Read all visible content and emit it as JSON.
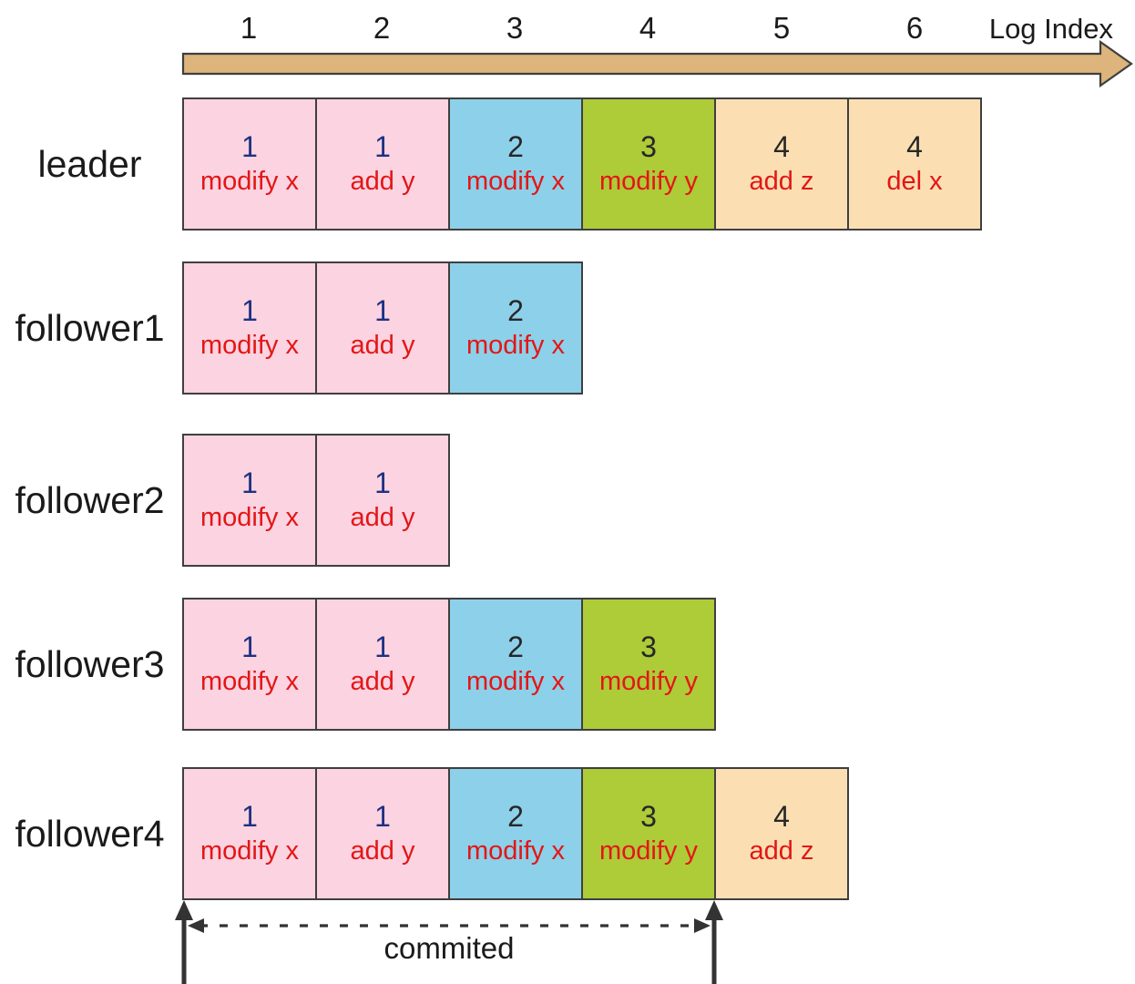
{
  "axis": {
    "label": "Log Index",
    "ticks": [
      "1",
      "2",
      "3",
      "4",
      "5",
      "6"
    ]
  },
  "colors": {
    "term_bg": {
      "1": "#fbd3e1",
      "2": "#8dd0e9",
      "3": "#aecb38",
      "4": "#fbdfb3"
    },
    "term_num": {
      "1": "#1e3181",
      "2": "#272727",
      "3": "#272727",
      "4": "#272727"
    },
    "command_text": "#e31616",
    "axis_arrow_fill": "#dcb47c",
    "cell_border": "#3f3f3f",
    "annotation": "#333333"
  },
  "rows": [
    {
      "label": "leader",
      "entries": [
        {
          "term": "1",
          "cmd": "modify x"
        },
        {
          "term": "1",
          "cmd": "add y"
        },
        {
          "term": "2",
          "cmd": "modify x"
        },
        {
          "term": "3",
          "cmd": "modify y"
        },
        {
          "term": "4",
          "cmd": "add z"
        },
        {
          "term": "4",
          "cmd": "del x"
        }
      ]
    },
    {
      "label": "follower1",
      "entries": [
        {
          "term": "1",
          "cmd": "modify x"
        },
        {
          "term": "1",
          "cmd": "add y"
        },
        {
          "term": "2",
          "cmd": "modify x"
        }
      ]
    },
    {
      "label": "follower2",
      "entries": [
        {
          "term": "1",
          "cmd": "modify x"
        },
        {
          "term": "1",
          "cmd": "add y"
        }
      ]
    },
    {
      "label": "follower3",
      "entries": [
        {
          "term": "1",
          "cmd": "modify x"
        },
        {
          "term": "1",
          "cmd": "add y"
        },
        {
          "term": "2",
          "cmd": "modify x"
        },
        {
          "term": "3",
          "cmd": "modify y"
        }
      ]
    },
    {
      "label": "follower4",
      "entries": [
        {
          "term": "1",
          "cmd": "modify x"
        },
        {
          "term": "1",
          "cmd": "add y"
        },
        {
          "term": "2",
          "cmd": "modify x"
        },
        {
          "term": "3",
          "cmd": "modify y"
        },
        {
          "term": "4",
          "cmd": "add z"
        }
      ]
    }
  ],
  "committed": {
    "label": "commited"
  }
}
